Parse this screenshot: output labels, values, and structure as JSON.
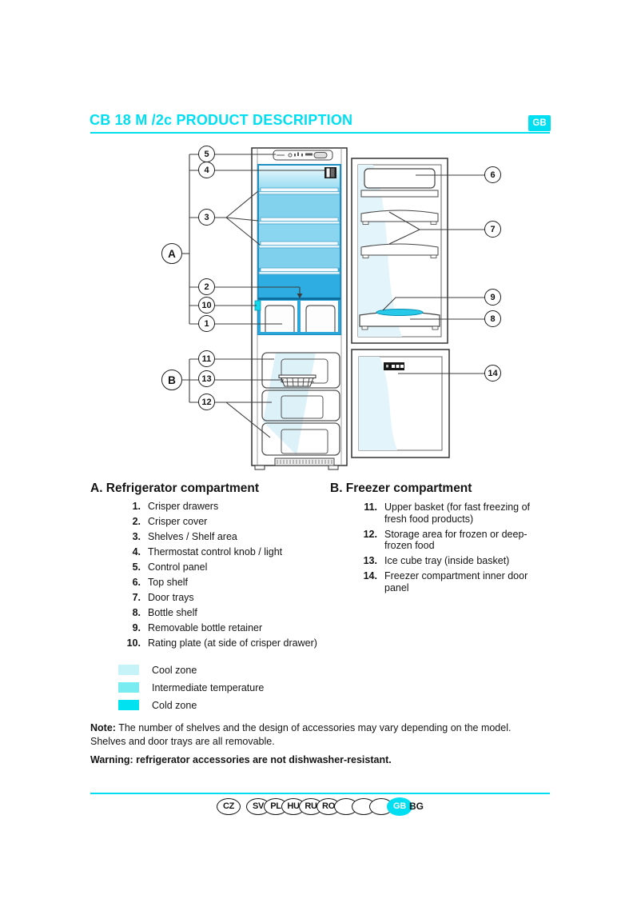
{
  "header": {
    "title": "CB 18 M /2c PRODUCT DESCRIPTION",
    "lang_badge": "GB"
  },
  "colors": {
    "accent": "#00dff2",
    "cold_zone_band": "#2dade1",
    "rating_plate": "#10d8ec",
    "bottle_retainer": "#27c9e9"
  },
  "diagram": {
    "callouts": {
      "a": "A",
      "b": "B",
      "c1": "1",
      "c2": "2",
      "c3": "3",
      "c4": "4",
      "c5": "5",
      "c6": "6",
      "c7": "7",
      "c8": "8",
      "c9": "9",
      "c10": "10",
      "c11": "11",
      "c12": "12",
      "c13": "13",
      "c14": "14"
    }
  },
  "refrigerator": {
    "heading": "A. Refrigerator compartment",
    "items": [
      {
        "num": "1.",
        "text": "Crisper drawers"
      },
      {
        "num": "2.",
        "text": "Crisper cover"
      },
      {
        "num": "3.",
        "text": "Shelves / Shelf area"
      },
      {
        "num": "4.",
        "text": "Thermostat control knob / light"
      },
      {
        "num": "5.",
        "text": "Control panel"
      },
      {
        "num": "6.",
        "text": "Top shelf"
      },
      {
        "num": "7.",
        "text": "Door trays"
      },
      {
        "num": "8.",
        "text": "Bottle shelf"
      },
      {
        "num": "9.",
        "text": "Removable bottle retainer"
      },
      {
        "num": "10.",
        "text": "Rating plate (at side of crisper drawer)"
      }
    ]
  },
  "freezer": {
    "heading": "B. Freezer compartment",
    "items": [
      {
        "num": "11.",
        "text": "Upper basket (for fast freezing of fresh food products)"
      },
      {
        "num": "12.",
        "text": "Storage area for frozen or deep-frozen food"
      },
      {
        "num": "13.",
        "text": "Ice cube tray (inside basket)"
      },
      {
        "num": "14.",
        "text": "Freezer compartment inner door panel"
      }
    ]
  },
  "legend": {
    "items": [
      {
        "label": "Cool zone",
        "color": "#c6f3f7"
      },
      {
        "label": "Intermediate temperature",
        "color": "#79ecf2"
      },
      {
        "label": "Cold zone",
        "color": "#00e2ef"
      }
    ]
  },
  "note": {
    "label": "Note:",
    "line1": " The number of shelves and the design of accessories may vary depending on the model.",
    "line2": "Shelves and door trays are all removable."
  },
  "warning": "Warning: refrigerator accessories are not dishwasher-resistant.",
  "footer": {
    "active": "GB",
    "badges": [
      {
        "label": "CZ"
      },
      {
        "label": "SV"
      },
      {
        "label": "PL"
      },
      {
        "label": "HU"
      },
      {
        "label": "RU"
      },
      {
        "label": "RO"
      },
      {
        "label": ""
      },
      {
        "label": ""
      },
      {
        "label": ""
      },
      {
        "label": "GB"
      },
      {
        "label": "BG"
      }
    ]
  }
}
